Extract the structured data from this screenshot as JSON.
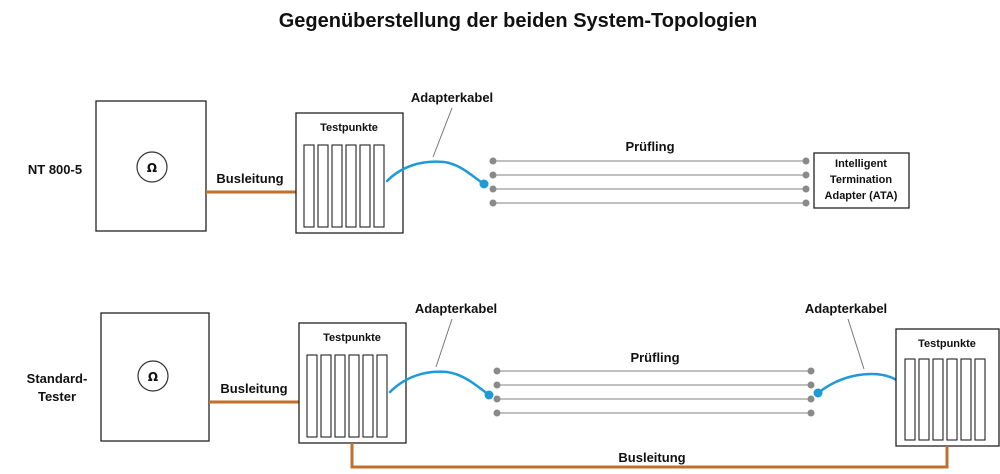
{
  "title": "Gegenüberstellung der beiden System-Topologien",
  "top": {
    "system_label": "NT 800-5",
    "meter_symbol": "Ω",
    "bus_label": "Busleitung",
    "testpoints_label": "Testpunkte",
    "adapter_label": "Adapterkabel",
    "dut_label": "Prüfling",
    "ata_lines": [
      "Intelligent",
      "Termination",
      "Adapter (ATA)"
    ]
  },
  "bottom": {
    "system_lines": [
      "Standard-",
      "Tester"
    ],
    "meter_symbol": "Ω",
    "bus_label": "Busleitung",
    "testpoints_label": "Testpunkte",
    "adapter_label_left": "Adapterkabel",
    "dut_label": "Prüfling",
    "adapter_label_right": "Adapterkabel",
    "testpoints_right_label": "Testpunkte",
    "return_bus_label": "Busleitung"
  },
  "colors": {
    "bus": "#c0702a",
    "adapter_cable": "#1e9bd7",
    "wires": "#9a9a9a"
  }
}
